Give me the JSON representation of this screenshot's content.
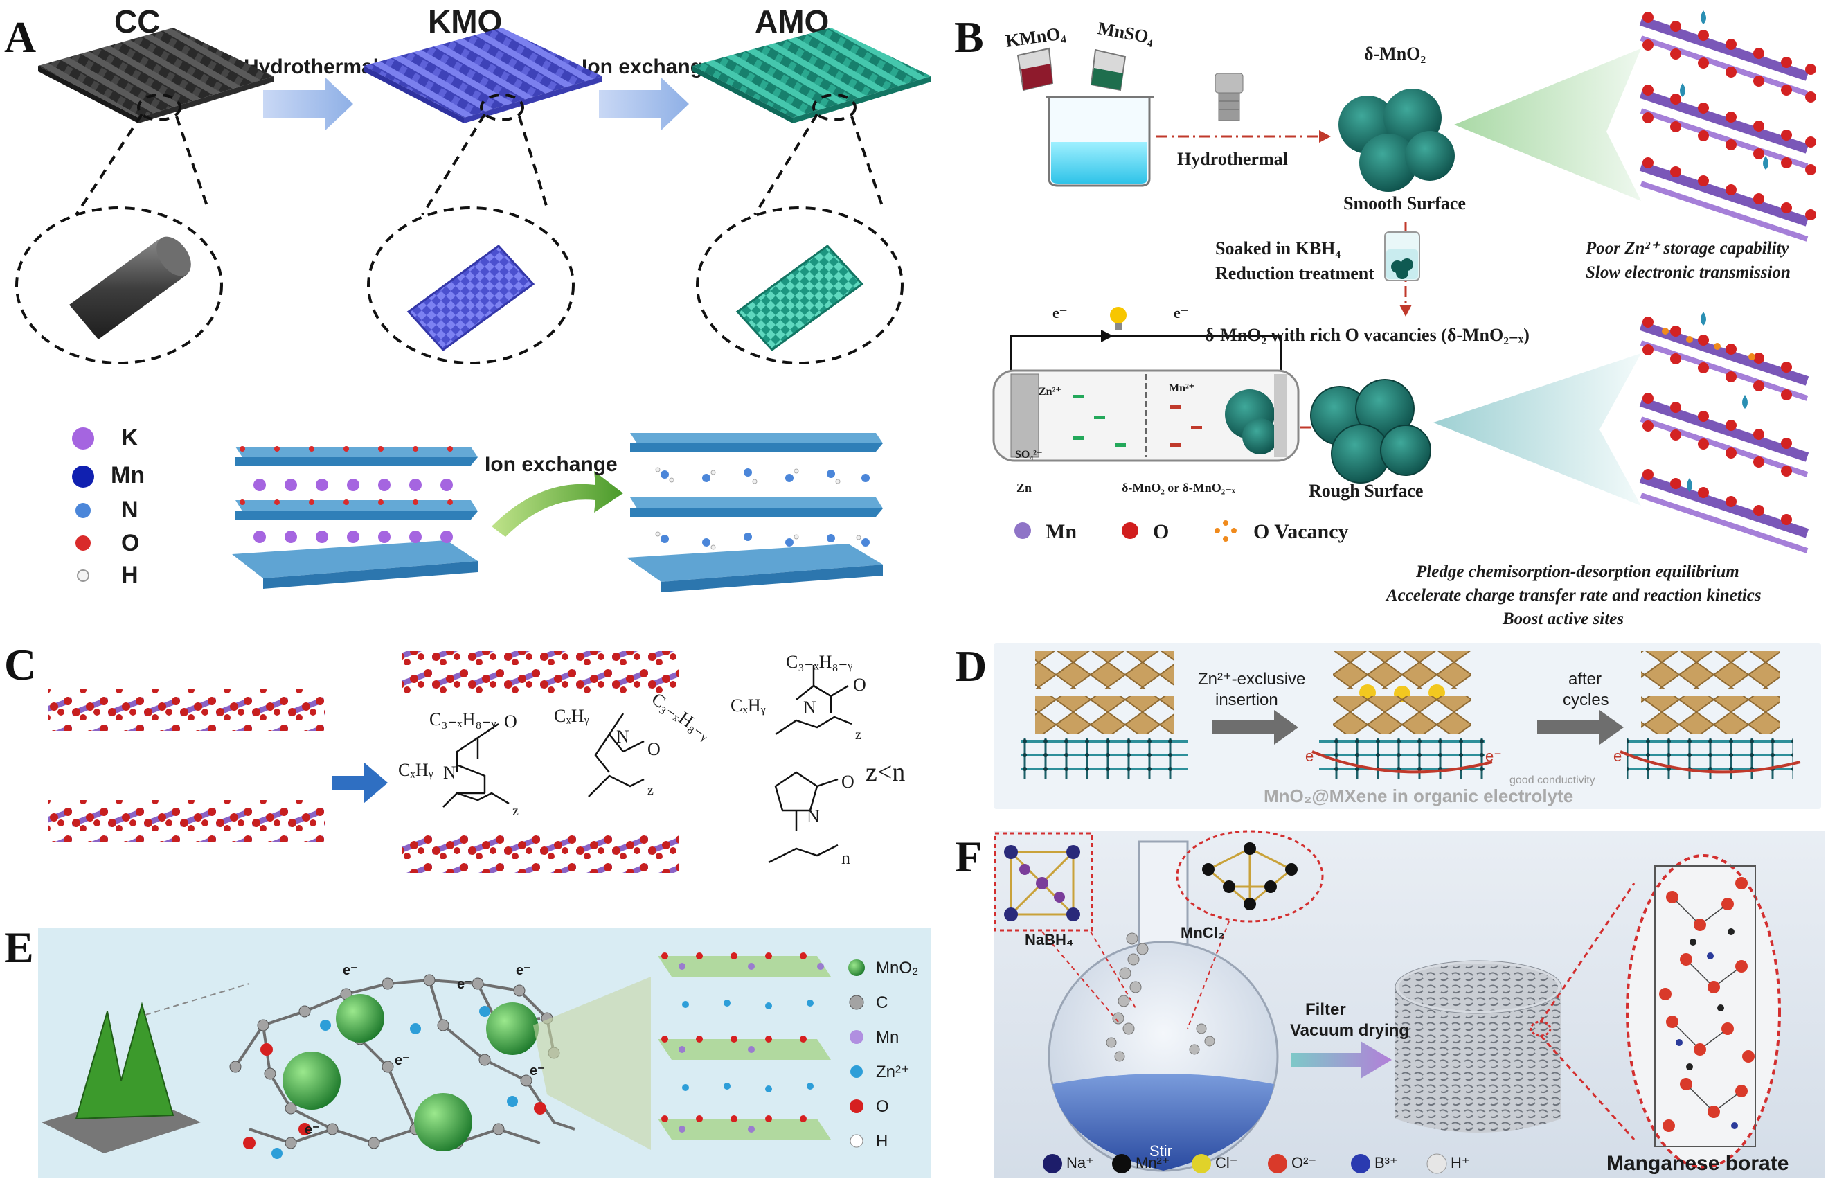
{
  "panels": {
    "a": {
      "label": "A",
      "stages": [
        "CC",
        "KMO",
        "AMO"
      ],
      "arrow1": "Hydrothermal",
      "arrow2": "Ion exchange",
      "legend": [
        "K",
        "Mn",
        "N",
        "O",
        "H"
      ],
      "lower_arrow": "Ion exchange",
      "colors": {
        "cc": "#3a3a3a",
        "kmo": "#5b5fd6",
        "amo": "#27a58f",
        "k": "#9b59d6",
        "mn": "#1224b8",
        "n": "#4f8fe0",
        "o": "#d9302c",
        "h": "#eeeeee"
      }
    },
    "b": {
      "label": "B",
      "reagent1": "KMnO₄",
      "reagent2": "MnSO₄",
      "hydrothermal": "Hydrothermal",
      "product": "δ-MnO₂",
      "smooth": "Smooth Surface",
      "soak_line1": "Soaked in KBH₄",
      "soak_line2": "Reduction treatment",
      "vacancy_title": "δ-MnO₂ with rich O vacancies (δ-MnO₂₋ₓ)",
      "rough": "Rough Surface",
      "poor1": "Poor Zn²⁺ storage capability",
      "poor2": "Slow electronic transmission",
      "benefit1": "Pledge chemisorption-desorption equilibrium",
      "benefit2": "Accelerate charge transfer rate and reaction kinetics",
      "benefit3": "Boost active sites",
      "e_left": "e⁻",
      "e_right": "e⁻",
      "zn_ion": "Zn²⁺",
      "mn_ion": "Mn²⁺",
      "so4": "SO₄²⁻",
      "zn": "Zn",
      "electrode": "δ-MnO₂ or δ-MnO₂₋ₓ",
      "legend": [
        "Mn",
        "O",
        "O Vacancy"
      ]
    },
    "c": {
      "label": "C",
      "formula_c": "C₃₋ₓH₈₋ᵧ",
      "formula_cx": "CₓHᵧ",
      "n_atom": "N",
      "o_atom": "O",
      "sub_z": "z",
      "sub_n": "n",
      "relation": "z<n"
    },
    "d": {
      "label": "D",
      "arrow1_line1": "Zn²⁺-exclusive",
      "arrow1_line2": "insertion",
      "arrow2_line1": "after",
      "arrow2_line2": "cycles",
      "e": "e⁻",
      "good_conductivity": "good conductivity",
      "caption": "MnO₂@MXene in organic electrolyte"
    },
    "e": {
      "label": "E",
      "e_minus": "e⁻",
      "legend": [
        "MnO₂",
        "C",
        "Mn",
        "Zn²⁺",
        "O",
        "H"
      ]
    },
    "f": {
      "label": "F",
      "nabh4": "NaBH₄",
      "mncl2": "MnCl₂",
      "stir": "Stir",
      "process1": "Filter",
      "process2": "Vacuum drying",
      "product": "Manganese borate",
      "legend": [
        "Na⁺",
        "Mn²⁺",
        "Cl⁻",
        "O²⁻",
        "B³⁺",
        "H⁺"
      ]
    }
  }
}
